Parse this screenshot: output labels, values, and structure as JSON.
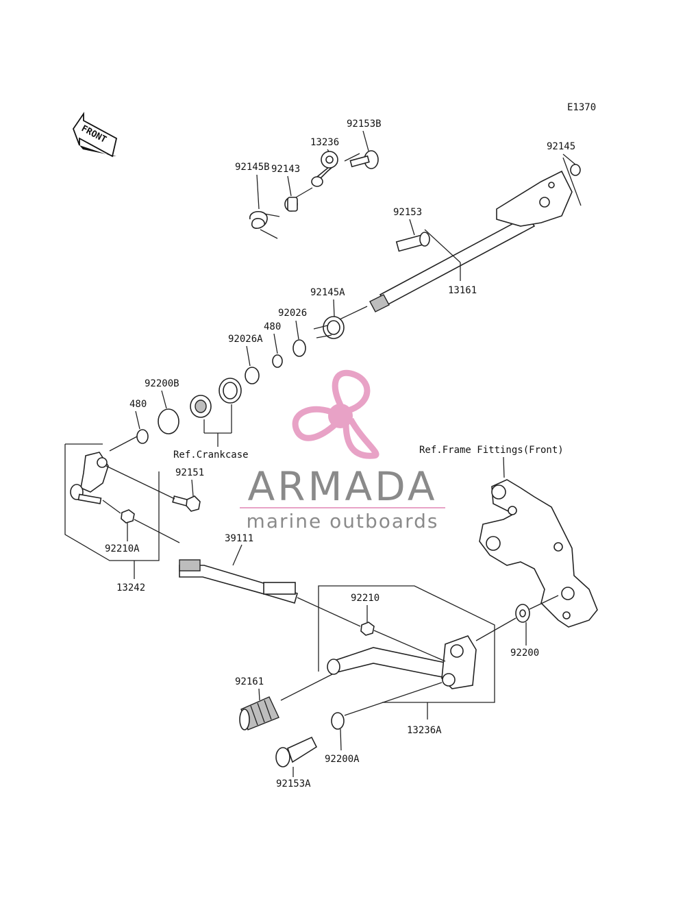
{
  "diagram_id": "E1370",
  "front_arrow_label": "FRONT",
  "watermark": {
    "title": "ARMADA",
    "subtitle": "marine outboards",
    "accent_color": "#e8a2c6"
  },
  "references": {
    "crankcase": "Ref.Crankcase",
    "frame_fittings": "Ref.Frame Fittings(Front)"
  },
  "parts": {
    "p92153B": "92153B",
    "p13236": "13236",
    "p92143": "92143",
    "p92145B": "92145B",
    "p92145": "92145",
    "p92153": "92153",
    "p13161": "13161",
    "p92145A": "92145A",
    "p92026": "92026",
    "p480_upper": "480",
    "p92026A": "92026A",
    "p92200B": "92200B",
    "p480_lower": "480",
    "p92151": "92151",
    "p92210A": "92210A",
    "p13242": "13242",
    "p39111": "39111",
    "p92210": "92210",
    "p92200": "92200",
    "p92161": "92161",
    "p13236A": "13236A",
    "p92200A": "92200A",
    "p92153A": "92153A"
  }
}
